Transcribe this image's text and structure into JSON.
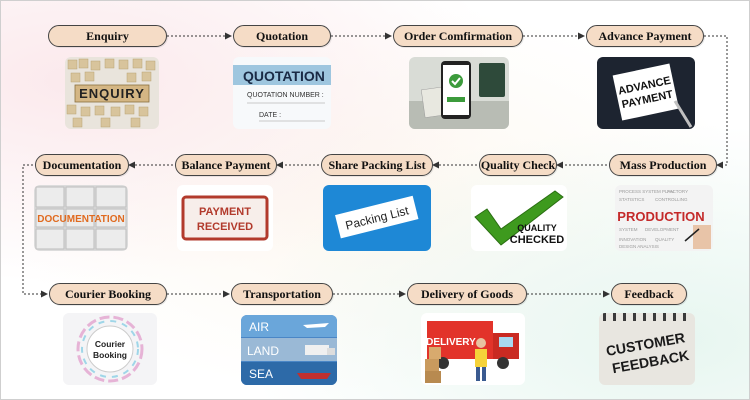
{
  "steps": {
    "s1": "Enquiry",
    "s2": "Quotation",
    "s3": "Order Comfirmation",
    "s4": "Advance Payment",
    "s5": "Mass Production",
    "s6": "Quality Check",
    "s7": "Share Packing List",
    "s8": "Balance Payment",
    "s9": "Documentation",
    "s10": "Courier Booking",
    "s11": "Transportation",
    "s12": "Delivery of Goods",
    "s13": "Feedback"
  },
  "images": {
    "enquiry": "ENQUIRY",
    "quotation_title": "QUOTATION",
    "quotation_number": "QUOTATION NUMBER :",
    "quotation_date": "DATE :",
    "advance_line1": "ADVANCE",
    "advance_line2": "PAYMENT",
    "production": "PRODUCTION",
    "quality_line1": "QUALITY",
    "quality_line2": "CHECKED",
    "packing_list": "Packing List",
    "payment_line1": "PAYMENT",
    "payment_line2": "RECEIVED",
    "documentation": "DOCUMENTATION",
    "courier_line1": "Courier",
    "courier_line2": "Booking",
    "air": "AIR",
    "land": "LAND",
    "sea": "SEA",
    "delivery": "DELIVERY",
    "customer": "CUSTOMER",
    "feedback": "FEEDBACK"
  },
  "colors": {
    "pill_fill": "#f5dcc6",
    "pill_border": "#444444",
    "connector": "#333333"
  }
}
